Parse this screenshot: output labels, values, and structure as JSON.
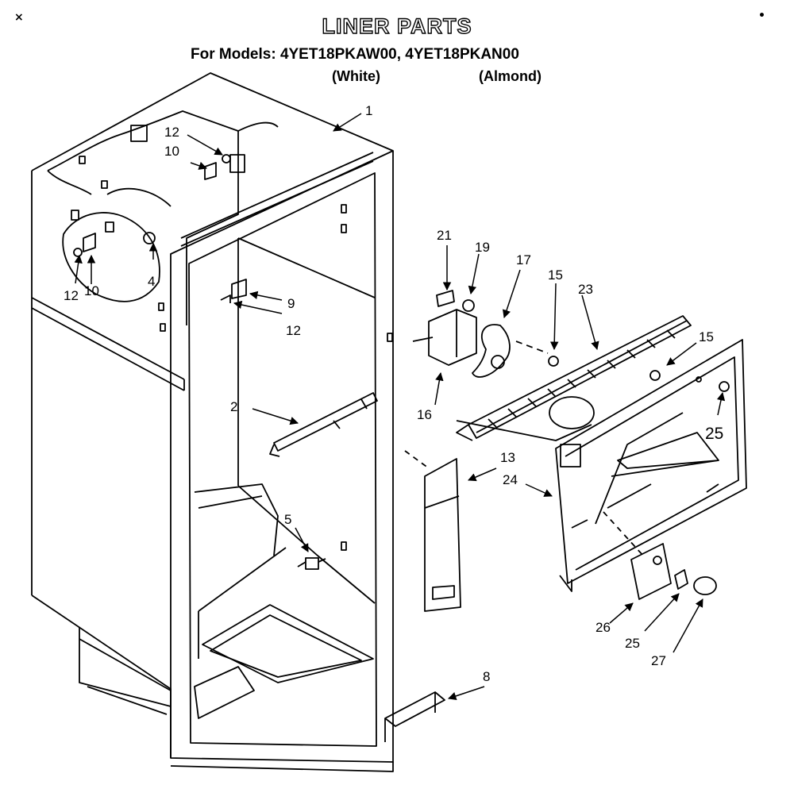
{
  "title": "LINER PARTS",
  "models_line": "For Models: 4YET18PKAW00,  4YET18PKAN00",
  "variant_white": "(White)",
  "variant_almond": "(Almond)",
  "corner_marks": [
    "×",
    "•"
  ],
  "callouts": [
    {
      "id": "c1",
      "label": "1"
    },
    {
      "id": "c2",
      "label": "2"
    },
    {
      "id": "c4",
      "label": "4"
    },
    {
      "id": "c5",
      "label": "5"
    },
    {
      "id": "c8",
      "label": "8"
    },
    {
      "id": "c9",
      "label": "9"
    },
    {
      "id": "c10a",
      "label": "10"
    },
    {
      "id": "c10b",
      "label": "10"
    },
    {
      "id": "c12a",
      "label": "12"
    },
    {
      "id": "c12b",
      "label": "12"
    },
    {
      "id": "c12c",
      "label": "12"
    },
    {
      "id": "c13",
      "label": "13"
    },
    {
      "id": "c15a",
      "label": "15"
    },
    {
      "id": "c15b",
      "label": "15"
    },
    {
      "id": "c16",
      "label": "16"
    },
    {
      "id": "c17",
      "label": "17"
    },
    {
      "id": "c19",
      "label": "19"
    },
    {
      "id": "c21",
      "label": "21"
    },
    {
      "id": "c23",
      "label": "23"
    },
    {
      "id": "c24",
      "label": "24"
    },
    {
      "id": "c25a",
      "label": "25"
    },
    {
      "id": "c25b",
      "label": "25"
    },
    {
      "id": "c26",
      "label": "26"
    },
    {
      "id": "c27",
      "label": "27"
    }
  ]
}
